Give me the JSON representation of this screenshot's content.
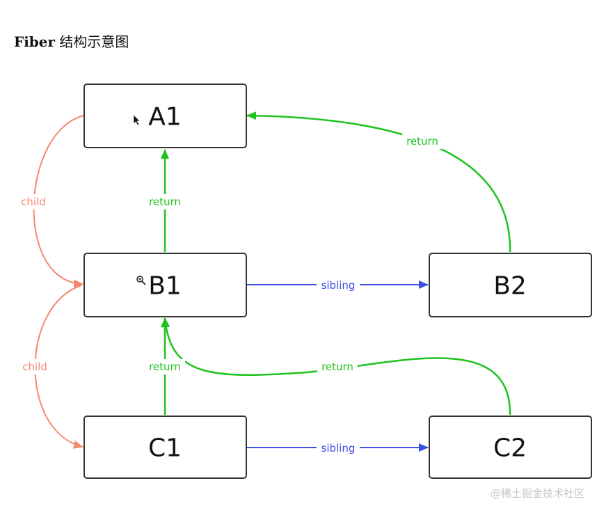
{
  "title": {
    "bold": "Fiber",
    "text": " 结构示意图"
  },
  "nodes": {
    "a1": "A1",
    "b1": "B1",
    "b2": "B2",
    "c1": "C1",
    "c2": "C2"
  },
  "edges": {
    "a1_b1_child": "child",
    "b1_c1_child": "child",
    "b1_a1_return": "return",
    "b2_a1_return": "return",
    "c1_b1_return": "return",
    "c2_b1_return": "return",
    "b1_b2_sibling": "sibling",
    "c1_c2_sibling": "sibling"
  },
  "colors": {
    "child": "#f4876e",
    "return": "#1ec31e",
    "sibling": "#3b4fe0"
  },
  "watermark": "@稀土掘金技术社区"
}
